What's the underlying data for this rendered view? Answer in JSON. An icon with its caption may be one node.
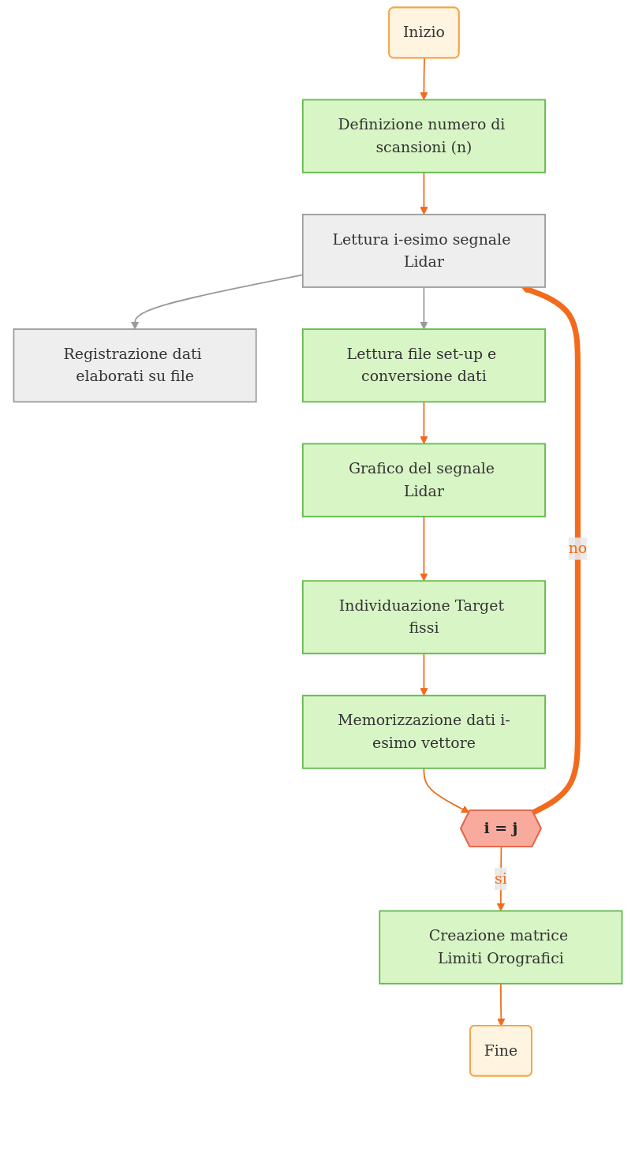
{
  "diagram": {
    "nodes": [
      {
        "text": [
          "Inizio"
        ]
      },
      {
        "text": [
          "Definizione numero di scansioni (n)"
        ]
      },
      {
        "text": [
          "Lettura i-esimo segnale Lidar"
        ]
      },
      {
        "text": [
          "Registrazione dati elaborati su file"
        ]
      },
      {
        "text": [
          "Lettura file set-up e conversione dati"
        ]
      },
      {
        "text": [
          "Grafico del segnale Lidar"
        ]
      },
      {
        "text": [
          "Individuazione Target fissi"
        ]
      },
      {
        "text": [
          "Memorizzazione dati i-esimo vettore"
        ]
      },
      {
        "text": [
          "i = j"
        ]
      },
      {
        "text": [
          "Creazione matrice Limiti Orografici"
        ]
      },
      {
        "text": [
          "Fine"
        ]
      }
    ],
    "edges": [
      {
        "from": 0,
        "to": 1,
        "arrow": "to"
      },
      {
        "from": 1,
        "to": 2,
        "arrow": "to"
      },
      {
        "from": 2,
        "to": 3,
        "arrow": "to",
        "color": "#999999"
      },
      {
        "from": 2,
        "to": 4,
        "arrow": "to",
        "color": "#999999"
      },
      {
        "from": 4,
        "to": 5,
        "arrow": "to"
      },
      {
        "from": 5,
        "to": 6,
        "arrow": "to"
      },
      {
        "from": 6,
        "to": 7,
        "arrow": "to"
      },
      {
        "from": 7,
        "to": 8,
        "arrow": "to"
      },
      {
        "from": 8,
        "to": 2,
        "arrow": "to",
        "label": "no",
        "style": "thick"
      },
      {
        "from": 8,
        "to": 9,
        "arrow": "to",
        "label": "si"
      },
      {
        "from": 9,
        "to": 10,
        "arrow": "to"
      }
    ]
  }
}
